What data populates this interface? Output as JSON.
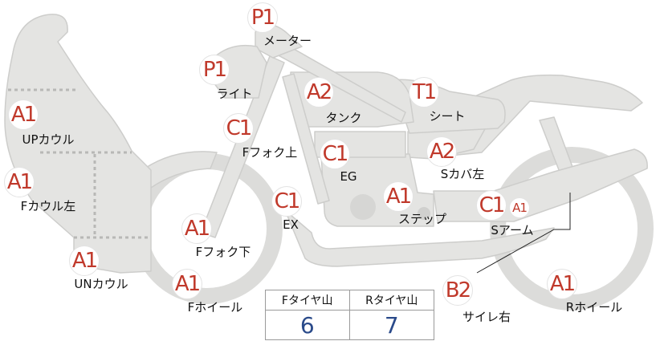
{
  "parts": [
    {
      "id": "meter",
      "code": "P1",
      "label": "メーター"
    },
    {
      "id": "light",
      "code": "P1",
      "label": "ライト"
    },
    {
      "id": "tank",
      "code": "A2",
      "label": "タンク"
    },
    {
      "id": "seat",
      "code": "T1",
      "label": "シート"
    },
    {
      "id": "up-cowl",
      "code": "A1",
      "label": "UPカウル"
    },
    {
      "id": "front-fork-upper",
      "code": "C1",
      "label": "Fフォク上"
    },
    {
      "id": "engine",
      "code": "C1",
      "label": "EG"
    },
    {
      "id": "side-cover-left",
      "code": "A2",
      "label": "Sカバ左"
    },
    {
      "id": "front-cowl-left",
      "code": "A1",
      "label": "Fカウル左"
    },
    {
      "id": "exhaust",
      "code": "C1",
      "label": "EX"
    },
    {
      "id": "step",
      "code": "A1",
      "label": "ステップ"
    },
    {
      "id": "swing-arm",
      "code": "C1",
      "label": "Sアーム",
      "code2": "A1"
    },
    {
      "id": "front-fork-lower",
      "code": "A1",
      "label": "Fフォク下"
    },
    {
      "id": "under-cowl",
      "code": "A1",
      "label": "UNカウル"
    },
    {
      "id": "front-wheel",
      "code": "A1",
      "label": "Fホイール"
    },
    {
      "id": "silencer-right",
      "code": "B2",
      "label": "サイレ右"
    },
    {
      "id": "rear-wheel",
      "code": "A1",
      "label": "Rホイール"
    }
  ],
  "tread": {
    "front_label": "Fタイヤ山",
    "front_value": "6",
    "rear_label": "Rタイヤ山",
    "rear_value": "7"
  }
}
